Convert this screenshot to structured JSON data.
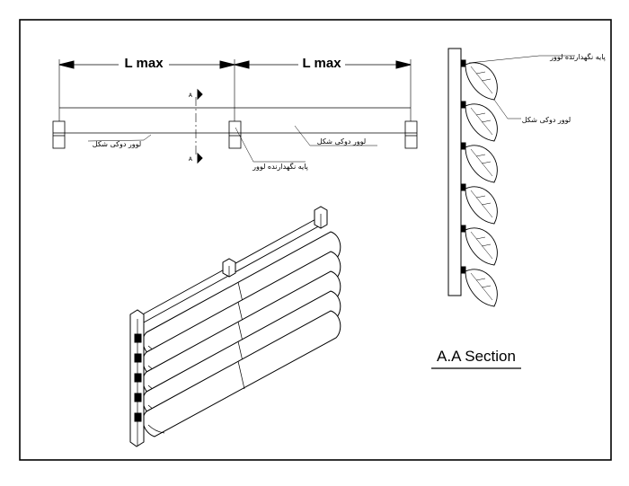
{
  "labels": {
    "l_max_left": "L max",
    "l_max_right": "L max",
    "section_marker_top": "A",
    "section_marker_bottom": "A",
    "louver_label_left": "لوور دوکی شکل",
    "louver_label_right": "لوور دوکی شکل",
    "support_label": "پایه نگهدارنده لوور",
    "section_support_label": "پایه نگهدارنده لوور",
    "section_louver_label": "لوور دوکی شکل",
    "section_title": "A.A Section"
  },
  "colors": {
    "line": "#000000",
    "background": "#ffffff"
  }
}
